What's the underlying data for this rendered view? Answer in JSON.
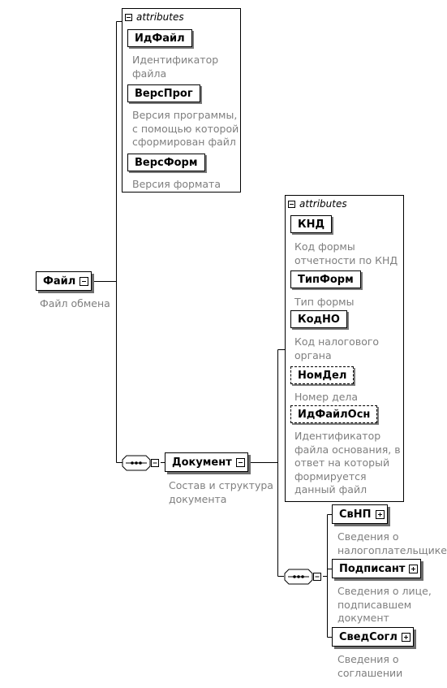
{
  "root": {
    "name": "Файл",
    "description": "Файл обмена"
  },
  "file_attributes": {
    "header": "attributes",
    "items": [
      {
        "name": "ИдФайл",
        "description": [
          "Идентификатор",
          "файла"
        ]
      },
      {
        "name": "ВерсПрог",
        "description": [
          "Версия программы,",
          "с помощью которой",
          "сформирован файл"
        ]
      },
      {
        "name": "ВерсФорм",
        "description": [
          "Версия формата"
        ]
      }
    ]
  },
  "document": {
    "name": "Документ",
    "description": [
      "Состав и структура",
      "документа"
    ]
  },
  "document_attributes": {
    "header": "attributes",
    "items": [
      {
        "name": "КНД",
        "optional": false,
        "description": [
          "Код формы",
          "отчетности по КНД"
        ]
      },
      {
        "name": "ТипФорм",
        "optional": false,
        "description": [
          "Тип формы"
        ]
      },
      {
        "name": "КодНО",
        "optional": false,
        "description": [
          "Код налогового",
          "органа"
        ]
      },
      {
        "name": "НомДел",
        "optional": true,
        "description": [
          "Номер дела"
        ]
      },
      {
        "name": "ИдФайлОсн",
        "optional": true,
        "description": [
          "Идентификатор",
          "файла основания, в",
          "ответ на который",
          "формируется",
          "данный файл"
        ]
      }
    ]
  },
  "document_children": [
    {
      "name": "СвНП",
      "description": [
        "Сведения о",
        "налогоплательщике"
      ]
    },
    {
      "name": "Подписант",
      "description": [
        "Сведения о лице,",
        "подписавшем",
        "документ"
      ]
    },
    {
      "name": "СведСогл",
      "description": [
        "Сведения о",
        "соглашении"
      ]
    }
  ],
  "colors": {
    "line": "#000000",
    "description_text": "#7f7f7f",
    "shadow": "#7a7a7a"
  },
  "icons": {
    "collapse": "minus-box-icon",
    "expand": "plus-box-icon",
    "sequence": "sequence-compositor-icon"
  }
}
